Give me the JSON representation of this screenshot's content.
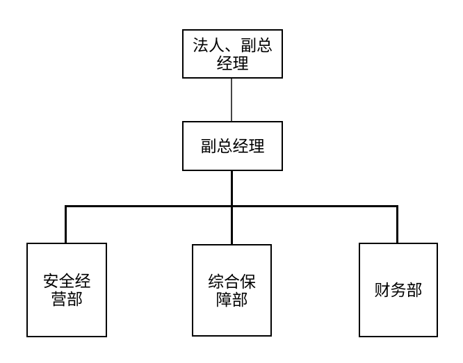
{
  "diagram": {
    "type": "org-chart",
    "background_color": "#ffffff",
    "box_fill_color": "#ffffff",
    "box_border_color": "#000000",
    "text_color": "#000000",
    "connector_color": "#000000",
    "top_connector_color": "#454545",
    "nodes": {
      "ceo": {
        "label": "法人、副总\n经理"
      },
      "deputy": {
        "label": "副总经理"
      },
      "safety": {
        "label": "安全经\n营部"
      },
      "support": {
        "label": "综合保\n障部"
      },
      "finance": {
        "label": "财务部"
      }
    },
    "edges": [
      {
        "from": "ceo",
        "to": "deputy"
      },
      {
        "from": "deputy",
        "to": "safety"
      },
      {
        "from": "deputy",
        "to": "support"
      },
      {
        "from": "deputy",
        "to": "finance"
      }
    ]
  }
}
